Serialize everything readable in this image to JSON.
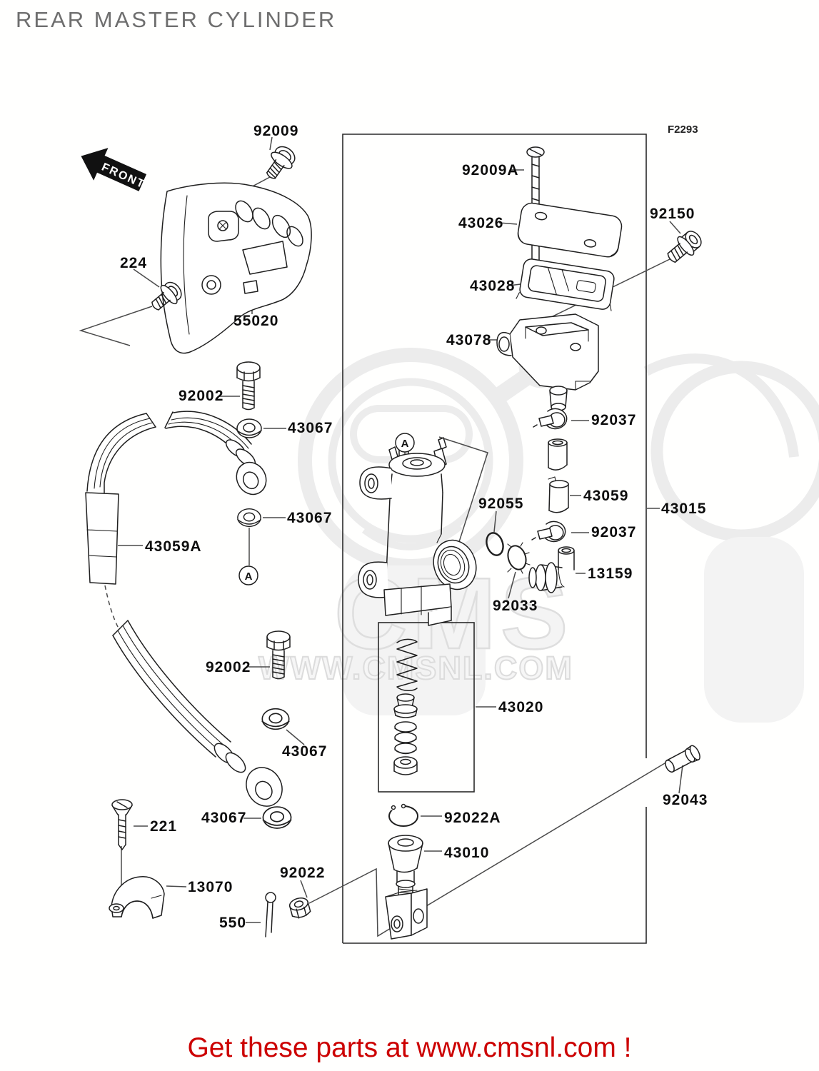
{
  "page": {
    "title": "REAR MASTER CYLINDER",
    "figure_code": "F2293",
    "front_label": "FRONT",
    "footer_text": "Get these parts at www.cmsnl.com !",
    "watermark_big": "CMS",
    "watermark_url": "WWW.CMSNL.COM"
  },
  "colors": {
    "footer_red": "#cc0000",
    "title_gray": "#6e6e6e",
    "line_art": "#1f1f1f",
    "watermark_gray": "#ececec",
    "label_black": "#0d0d0d"
  },
  "markers": {
    "assembly": "A"
  },
  "parts": [
    {
      "label": "92009",
      "name": "pan-screw"
    },
    {
      "label": "92009A",
      "name": "reservoir-cap-screw"
    },
    {
      "label": "43026",
      "name": "reservoir-cap"
    },
    {
      "label": "92150",
      "name": "socket-bolt"
    },
    {
      "label": "43028",
      "name": "cap-diaphragm-plate"
    },
    {
      "label": "43078",
      "name": "reservoir"
    },
    {
      "label": "224",
      "name": "guard-bolt"
    },
    {
      "label": "55020",
      "name": "guard-bracket"
    },
    {
      "label": "92002",
      "name": "banjo-bolt-upper"
    },
    {
      "label": "43067",
      "name": "washer-upper"
    },
    {
      "label": "92037",
      "name": "hose-clamp-upper"
    },
    {
      "label": "43059",
      "name": "reservoir-hose"
    },
    {
      "label": "43015",
      "name": "master-cylinder-assembly"
    },
    {
      "label": "43067",
      "name": "washer-mid"
    },
    {
      "label": "92055",
      "name": "o-ring"
    },
    {
      "label": "92037",
      "name": "hose-clamp-lower"
    },
    {
      "label": "13159",
      "name": "connector-elbow"
    },
    {
      "label": "43059A",
      "name": "brake-hose"
    },
    {
      "label": "92033",
      "name": "snap-ring"
    },
    {
      "label": "92002",
      "name": "banjo-bolt-lower"
    },
    {
      "label": "43020",
      "name": "piston-repair-kit"
    },
    {
      "label": "43067",
      "name": "washer-third"
    },
    {
      "label": "92043",
      "name": "clevis-pin"
    },
    {
      "label": "43067",
      "name": "washer-fourth"
    },
    {
      "label": "92022A",
      "name": "circlip"
    },
    {
      "label": "221",
      "name": "flat-screw"
    },
    {
      "label": "43010",
      "name": "push-rod-clevis"
    },
    {
      "label": "92022",
      "name": "nut"
    },
    {
      "label": "13070",
      "name": "holder-clamp"
    },
    {
      "label": "550",
      "name": "cotter-pin"
    }
  ]
}
